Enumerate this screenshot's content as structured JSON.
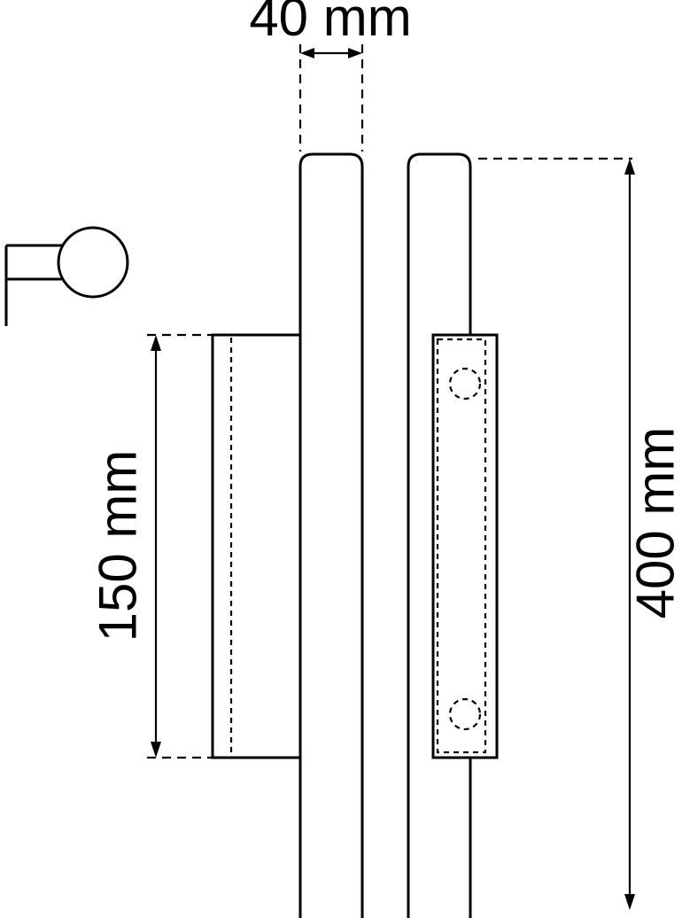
{
  "drawing": {
    "labels": {
      "bar_width": "40 mm",
      "plate_height": "150 mm",
      "total_height": "400 mm"
    },
    "colors": {
      "line": "#000000",
      "background": "#ffffff"
    }
  }
}
